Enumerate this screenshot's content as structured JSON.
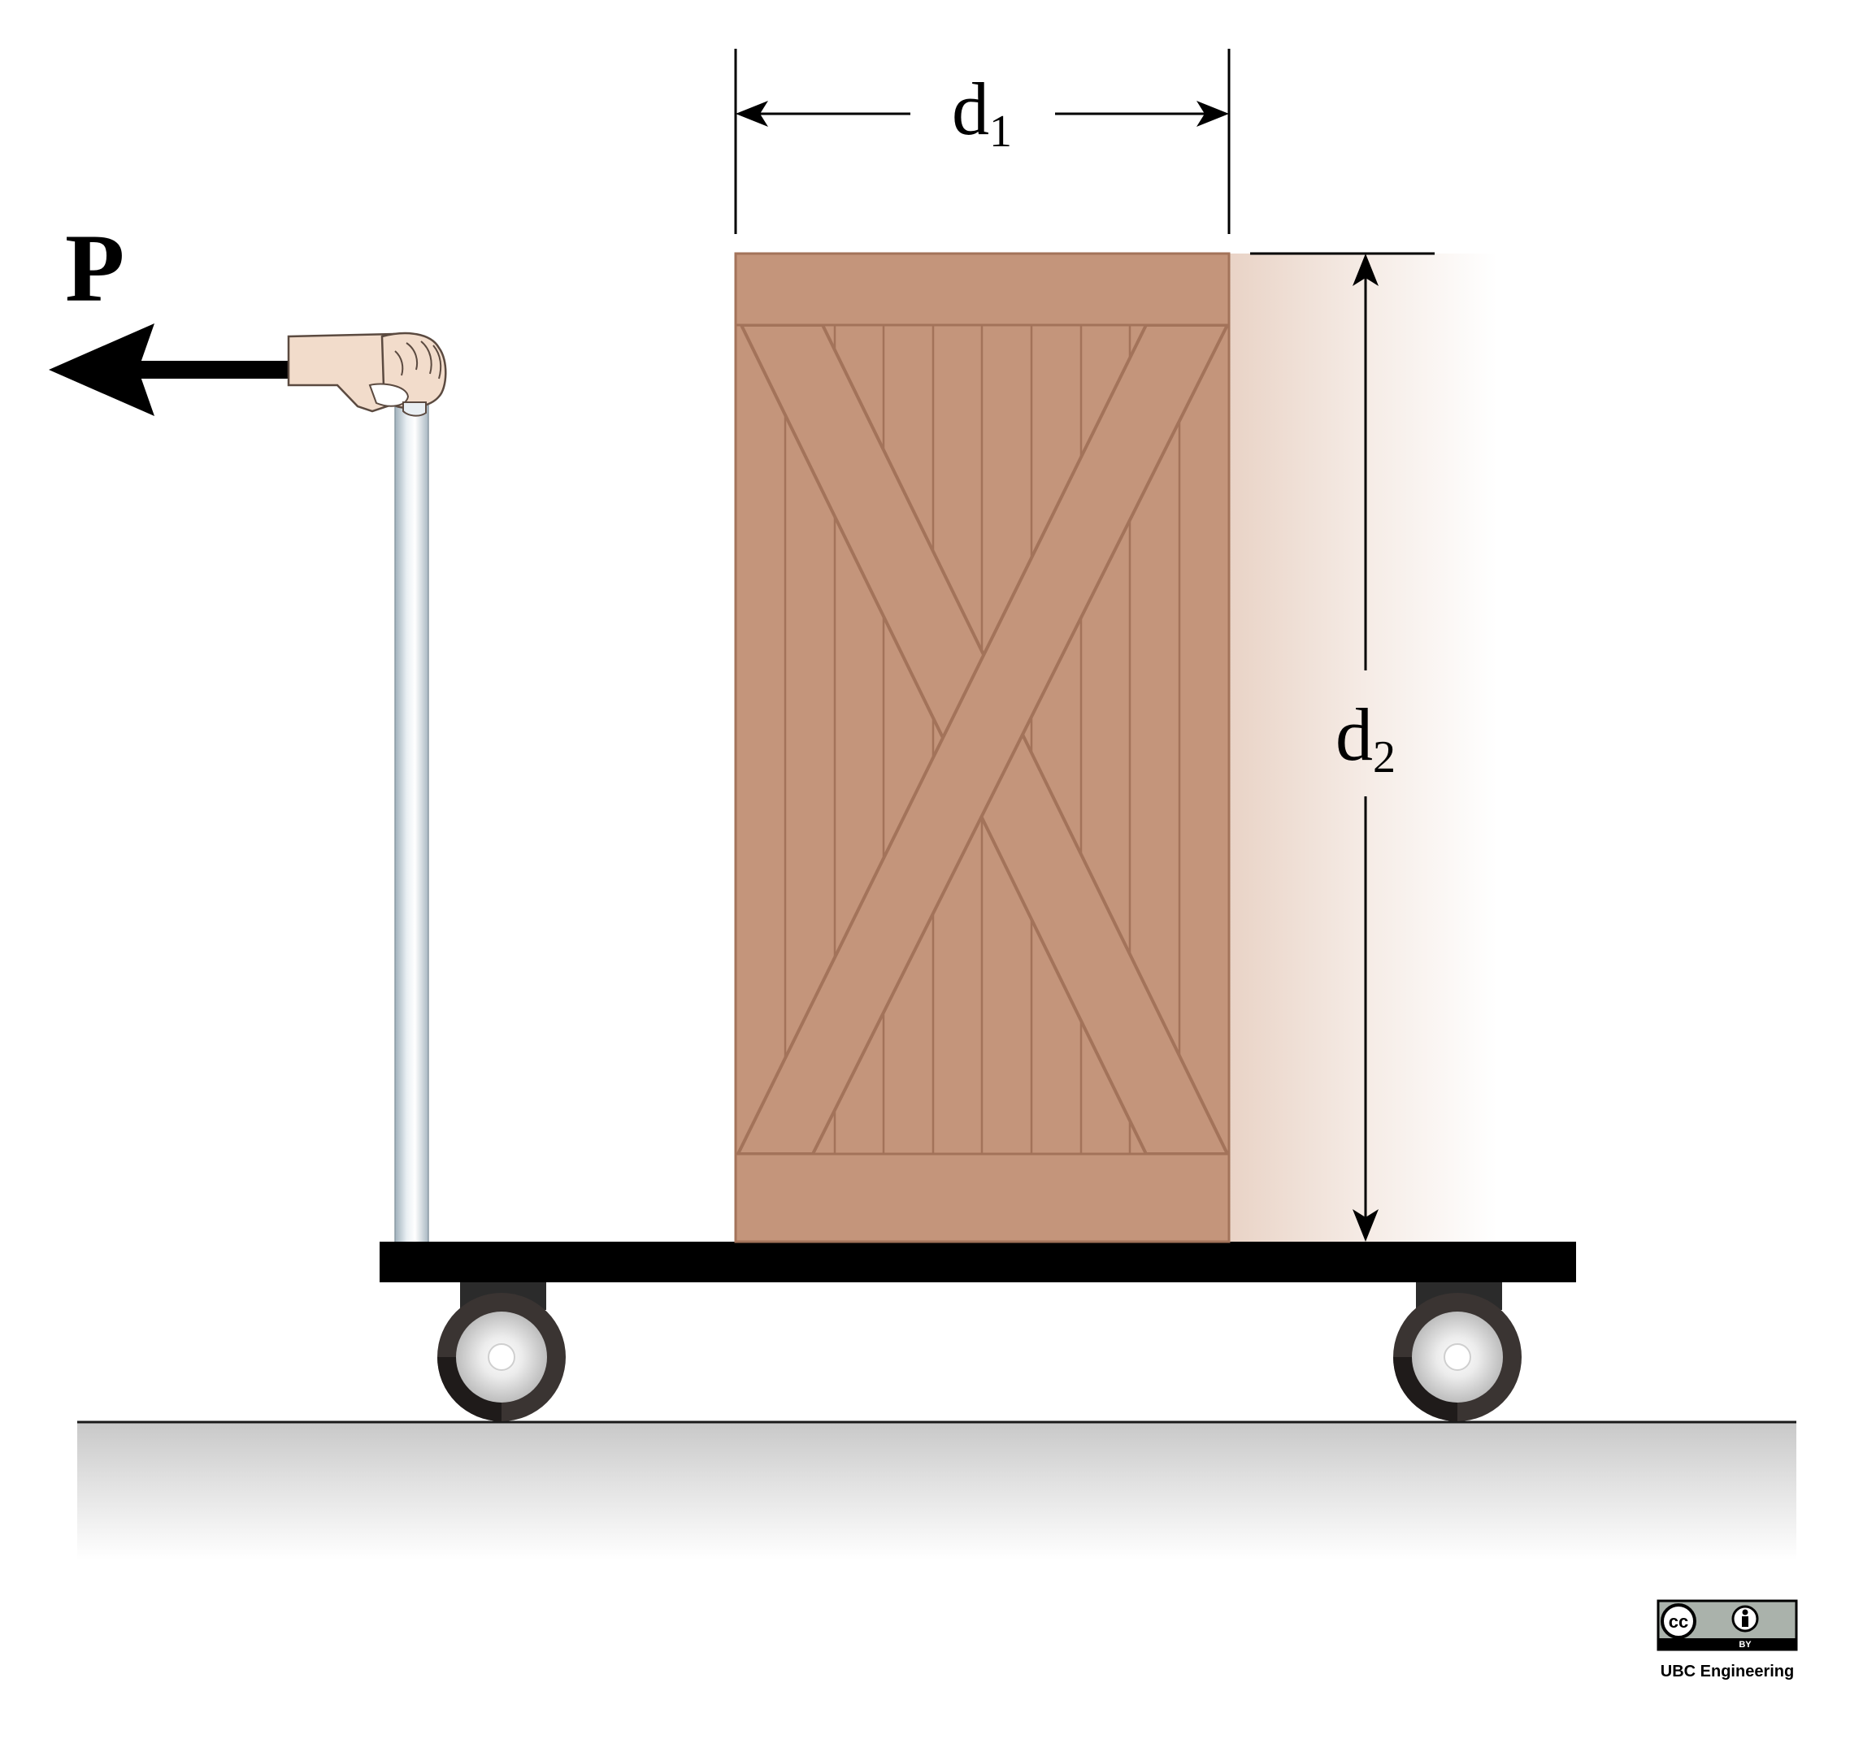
{
  "force": {
    "label": "P",
    "direction": "left"
  },
  "dimensions": {
    "width": {
      "symbol": "d",
      "subscript": "1"
    },
    "height": {
      "symbol": "d",
      "subscript": "2"
    }
  },
  "license": {
    "badge_cc": "cc",
    "badge_by": "BY",
    "credit": "UBC Engineering"
  },
  "colors": {
    "crate_fill": "#c4957b",
    "crate_line": "#a3735a",
    "cart_deck": "#000000",
    "handle": "#c9d3da",
    "wheel_tire": "#3a3432",
    "ground": "#d4d4d4",
    "hand_skin": "#f2dccb"
  }
}
